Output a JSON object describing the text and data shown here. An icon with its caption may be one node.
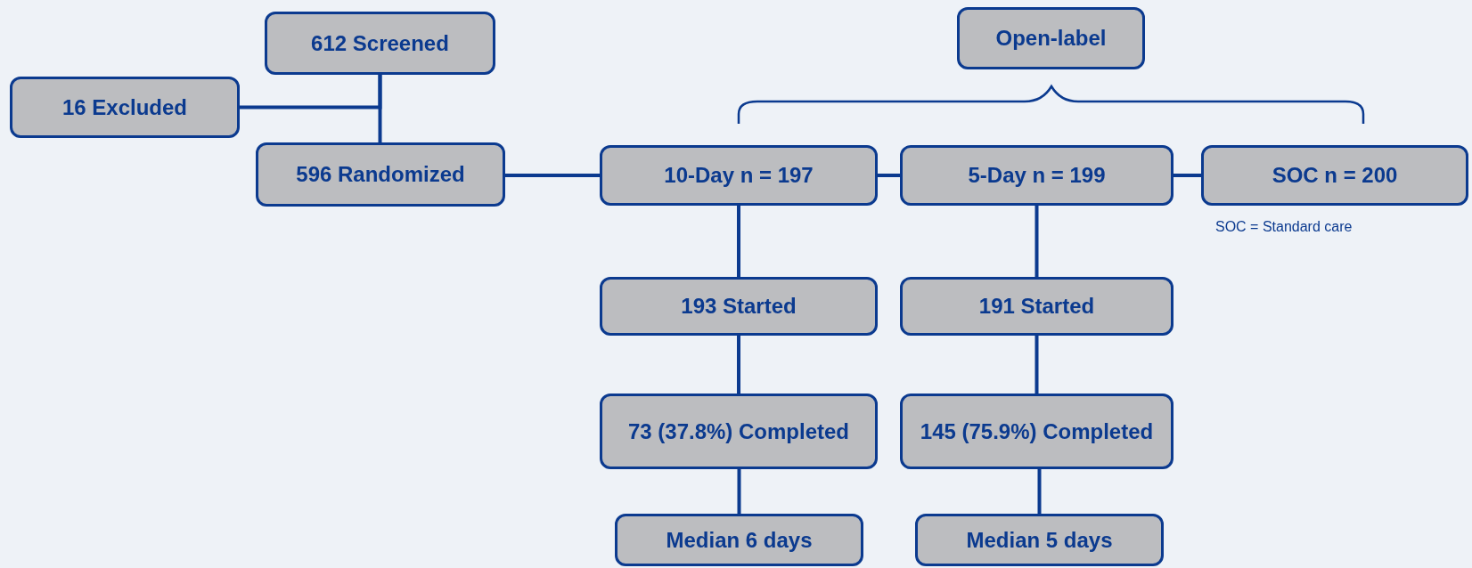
{
  "diagram": {
    "nodes": [
      {
        "text": [
          "612 Screened"
        ]
      },
      {
        "text": [
          "16 Excluded"
        ]
      },
      {
        "text": [
          "596 Randomized"
        ]
      },
      {
        "text": [
          "Open-label"
        ]
      },
      {
        "text": [
          "10-Day n = 197"
        ]
      },
      {
        "text": [
          "5-Day n = 199"
        ]
      },
      {
        "text": [
          "SOC n = 200"
        ],
        "beside": [
          "SOC = Standard care"
        ]
      },
      {
        "text": [
          "193 Started"
        ]
      },
      {
        "text": [
          "191 Started"
        ]
      },
      {
        "text": [
          "73 (37.8%) Completed"
        ]
      },
      {
        "text": [
          "145 (75.9%) Completed"
        ]
      },
      {
        "text": [
          "Median 6 days"
        ]
      },
      {
        "text": [
          "Median 5 days"
        ]
      }
    ],
    "edges": [
      {
        "from": 0,
        "to": 2,
        "arrow": "none"
      },
      {
        "from": 0,
        "to": 1,
        "arrow": "none"
      },
      {
        "from": 2,
        "to": 4,
        "arrow": "none"
      },
      {
        "from": 4,
        "to": 5,
        "arrow": "none"
      },
      {
        "from": 5,
        "to": 6,
        "arrow": "none"
      },
      {
        "from": 4,
        "to": 7,
        "arrow": "none"
      },
      {
        "from": 7,
        "to": 9,
        "arrow": "none"
      },
      {
        "from": 9,
        "to": 11,
        "arrow": "none"
      },
      {
        "from": 5,
        "to": 8,
        "arrow": "none"
      },
      {
        "from": 8,
        "to": 10,
        "arrow": "none"
      },
      {
        "from": 10,
        "to": 12,
        "arrow": "none"
      }
    ]
  }
}
